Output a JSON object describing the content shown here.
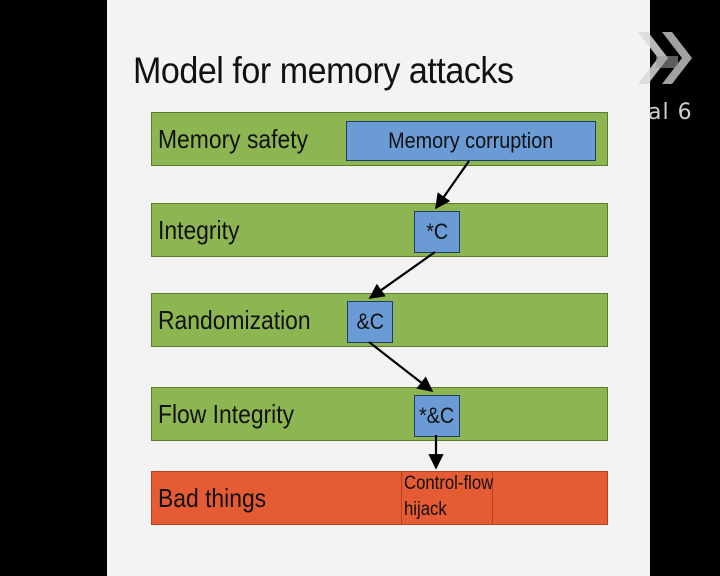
{
  "title": "Model for memory attacks",
  "bands": [
    {
      "label": "Memory safety"
    },
    {
      "label": "Integrity"
    },
    {
      "label": "Randomization"
    },
    {
      "label": "Flow Integrity"
    },
    {
      "label": "Bad things"
    }
  ],
  "nodes": {
    "memory_corruption": "Memory corruption",
    "deref_c": "*C",
    "addr_c": "&C",
    "deref_addr_c": "*&C",
    "hijack_line1": "Control-flow",
    "hijack_line2": "hijack"
  },
  "overlay": {
    "logo_text": "al 6"
  },
  "colors": {
    "background": "#000000",
    "slide": "#f3f3f3",
    "band_green": "#8db653",
    "band_red": "#e55b34",
    "node_blue": "#6a9bd4"
  }
}
